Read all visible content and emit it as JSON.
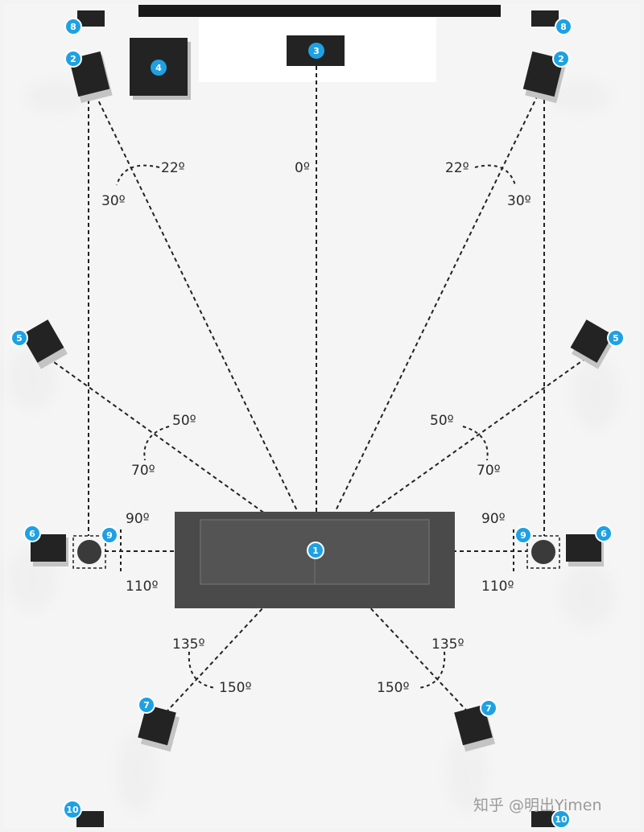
{
  "speaker_badges": {
    "listener": "1",
    "front": "2",
    "center": "3",
    "subwoofer": "4",
    "side_front": "5",
    "side": "6",
    "rear": "7",
    "top_front": "8",
    "side_sub": "9",
    "top_rear": "10"
  },
  "angles": {
    "center": "0º",
    "front_min": "22º",
    "front_max": "30º",
    "side_front_min": "50º",
    "side_front_max": "70º",
    "side_min": "90º",
    "side_max": "110º",
    "rear_min": "135º",
    "rear_max": "150º"
  },
  "watermark": "知乎 @明出Yimen",
  "colors": {
    "badge": "#1ea1e3",
    "speaker": "#232323",
    "sofa": "#4a4a4a",
    "screen": "#1a1a1a",
    "line": "#222222"
  }
}
